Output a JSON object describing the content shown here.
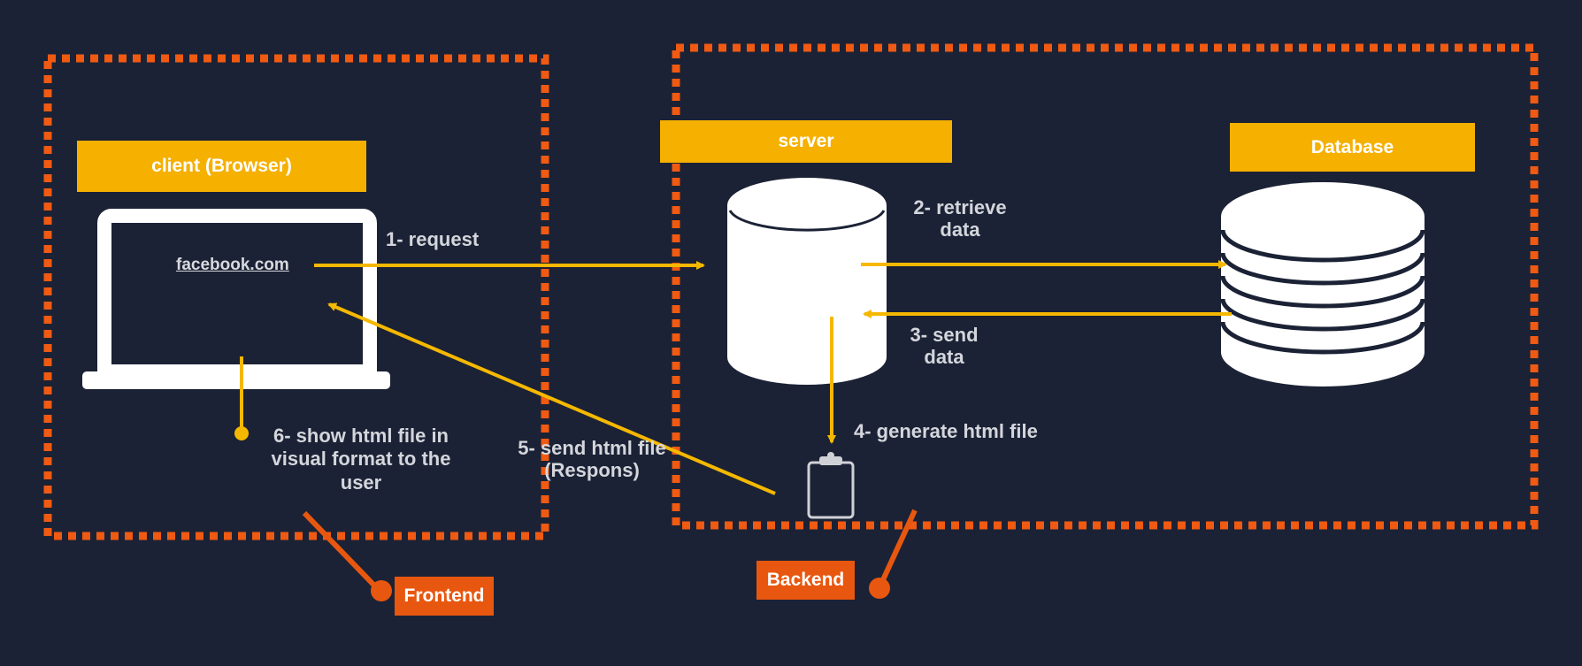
{
  "colors": {
    "background": "#1b2235",
    "boundary": "#f05a12",
    "label_fill": "#f5b000",
    "arrow": "#f5b800",
    "tag_fill": "#e8570f",
    "icon": "#ffffff",
    "text": "#d4d6dc"
  },
  "client": {
    "label": "client (Browser)",
    "url": "facebook.com",
    "icon": "laptop-icon"
  },
  "server": {
    "label": "server",
    "icon": "server-cylinder-icon"
  },
  "database": {
    "label": "Database",
    "icon": "database-stack-icon"
  },
  "file_icon": "clipboard-icon",
  "steps": {
    "s1": "1- request",
    "s2_line1": "2- retrieve",
    "s2_line2": "data",
    "s3_line1": "3- send",
    "s3_line2": "data",
    "s4": "4- generate html file",
    "s5_line1": "5- send html file",
    "s5_line2": "(Respons)",
    "s6_line1": "6- show html file in",
    "s6_line2": "visual format to the",
    "s6_line3": "user"
  },
  "tags": {
    "frontend": "Frontend",
    "backend": "Backend"
  }
}
